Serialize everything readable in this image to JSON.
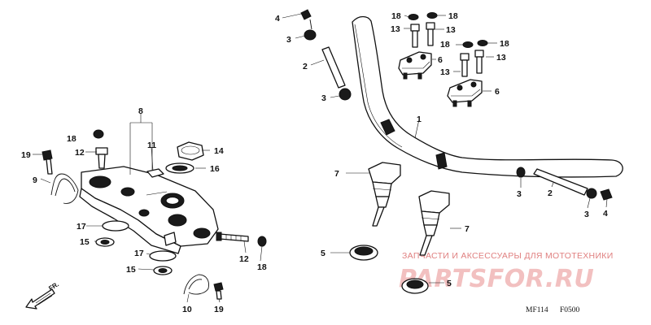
{
  "watermark": {
    "subtitle": "ЗАПЧАСТИ И АКСЕССУАРЫ ДЛЯ МОТОТЕХНИКИ",
    "site": "PARTSFOR.RU",
    "color": "#f2c0c0"
  },
  "diagram_code": {
    "left": "MF114",
    "right": "F0500"
  },
  "direction": {
    "label": "FR."
  },
  "callouts": [
    "1",
    "2",
    "2",
    "3",
    "3",
    "3",
    "3",
    "4",
    "4",
    "5",
    "5",
    "6",
    "6",
    "7",
    "7",
    "8",
    "9",
    "10",
    "11",
    "12",
    "12",
    "13",
    "13",
    "13",
    "13",
    "14",
    "15",
    "15",
    "16",
    "17",
    "17",
    "18",
    "18",
    "18",
    "18",
    "18",
    "18",
    "19",
    "19"
  ]
}
